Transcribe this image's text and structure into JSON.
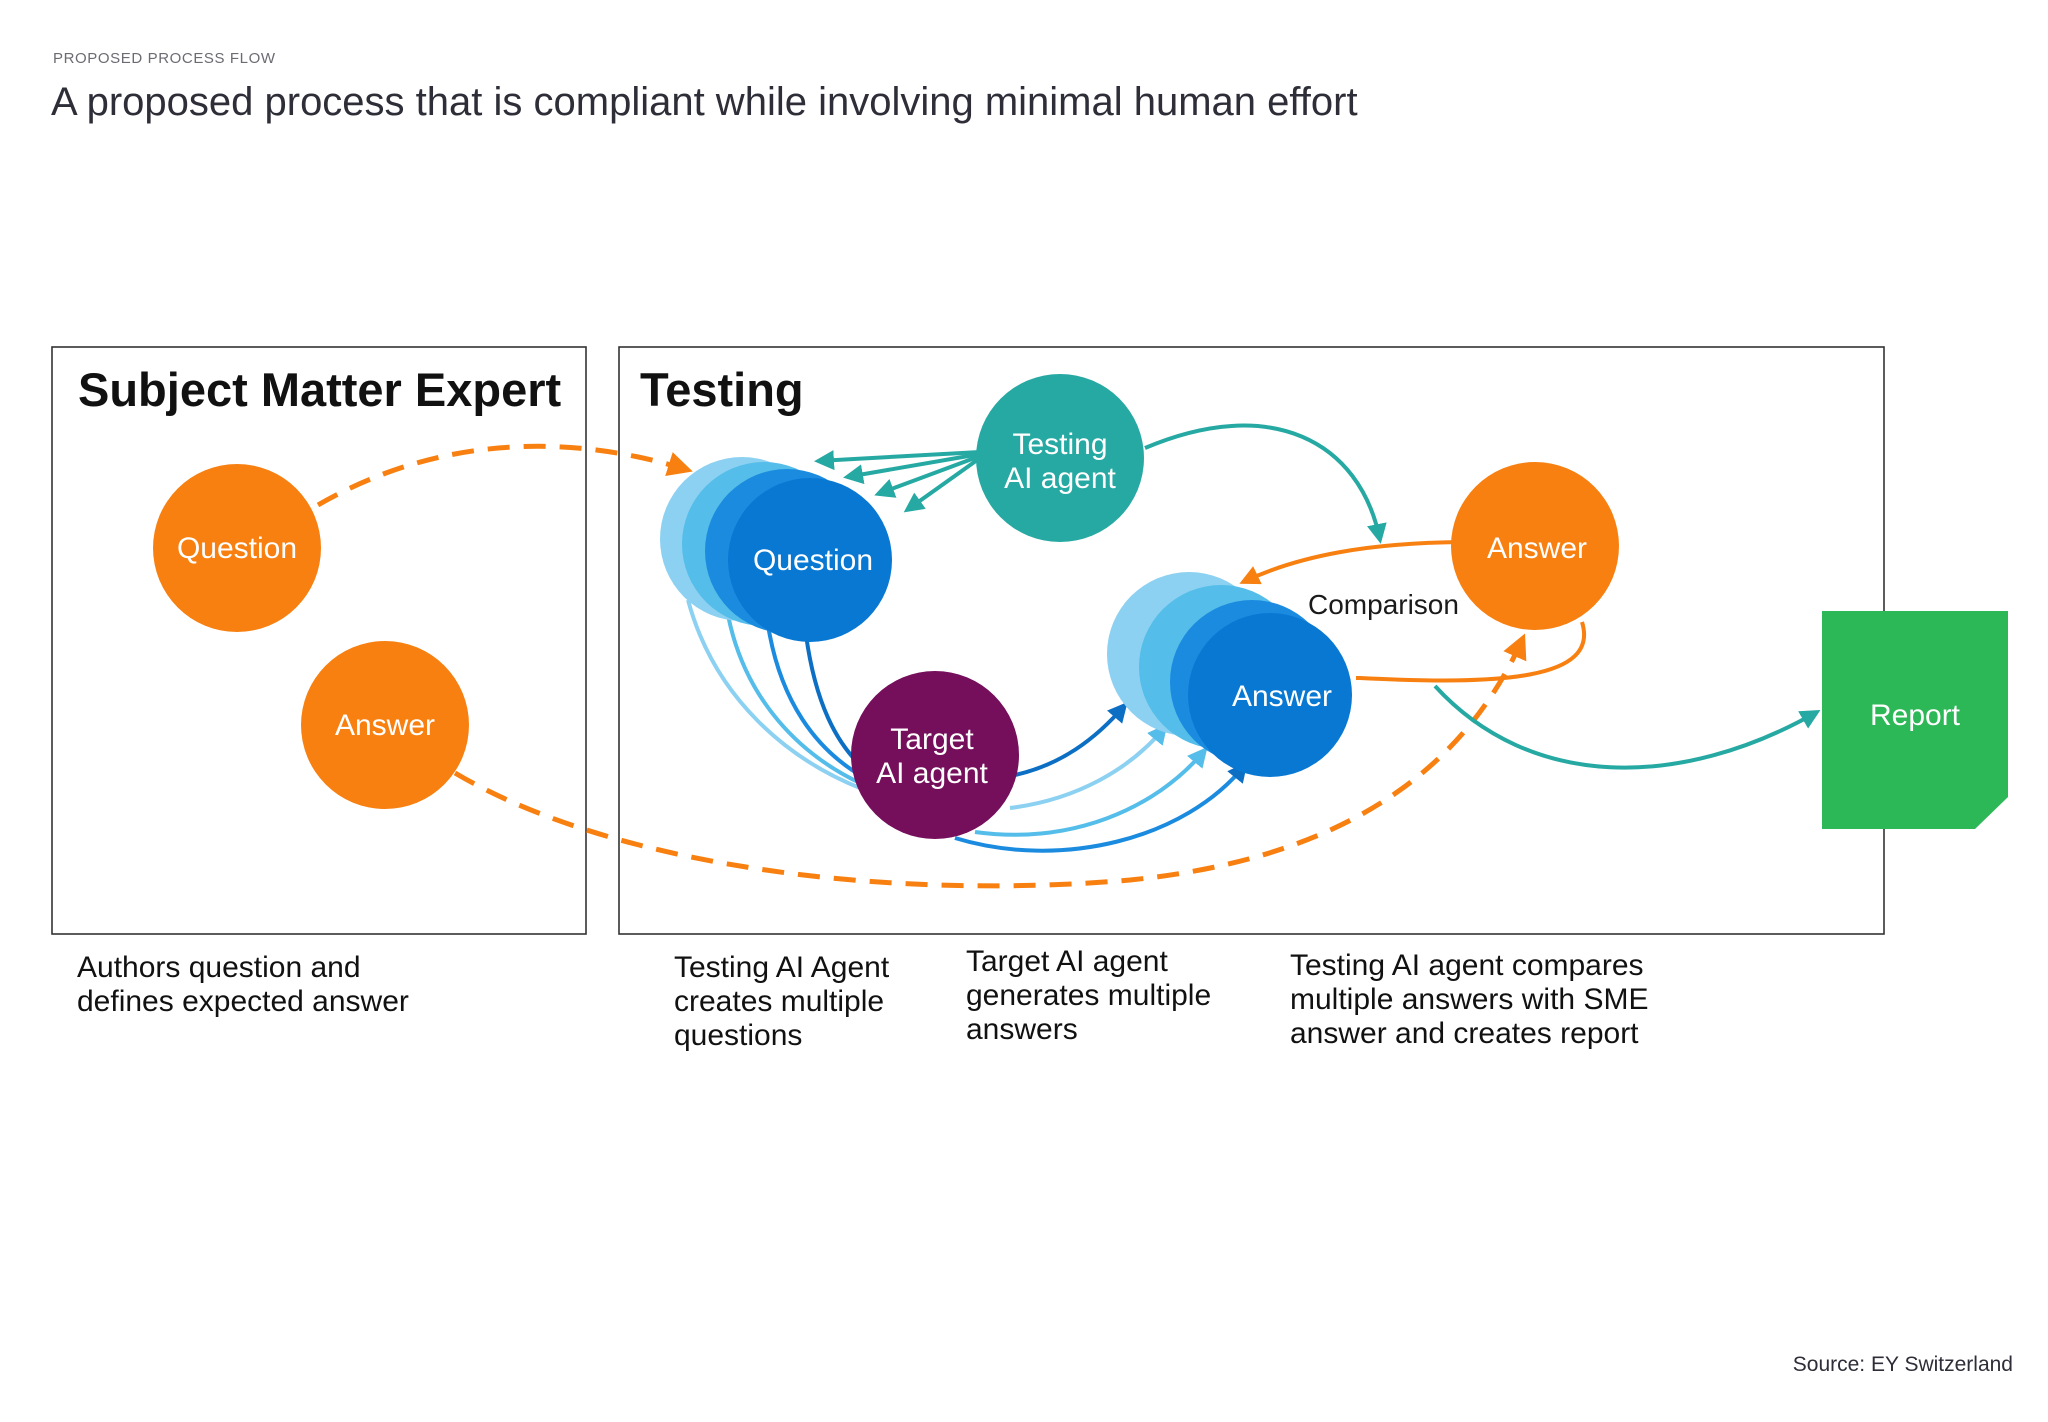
{
  "header": {
    "eyebrow": "PROPOSED PROCESS FLOW",
    "title": "A proposed process that is compliant while involving minimal human effort"
  },
  "colors": {
    "orange": "#f78011",
    "teal": "#26a9a3",
    "blue": "#0878d3",
    "blue_mid": "#1b8be0",
    "blue_light": "#54bde9",
    "blue_pale": "#8cd1f1",
    "purple": "#750e5b",
    "green": "#2db857",
    "border": "#333333"
  },
  "diagram": {
    "sme_box": {
      "title": "Subject Matter Expert",
      "question": "Question",
      "answer": "Answer"
    },
    "testing_box": {
      "title": "Testing",
      "testing_agent": [
        "Testing",
        "AI agent"
      ],
      "question_stack": "Question",
      "target_agent": [
        "Target",
        "AI agent"
      ],
      "answer_stack": "Answer",
      "expected_answer": "Answer",
      "comparison": "Comparison"
    },
    "report": "Report"
  },
  "captions": {
    "sme": "Authors question and\ndefines expected answer",
    "testing_agent": "Testing AI Agent\ncreates multiple\nquestions",
    "target_agent": "Target AI agent\ngenerates multiple\nanswers",
    "comparison": "Testing AI agent compares\nmultiple answers with SME\nanswer and creates report"
  },
  "source": "Source: EY Switzerland"
}
